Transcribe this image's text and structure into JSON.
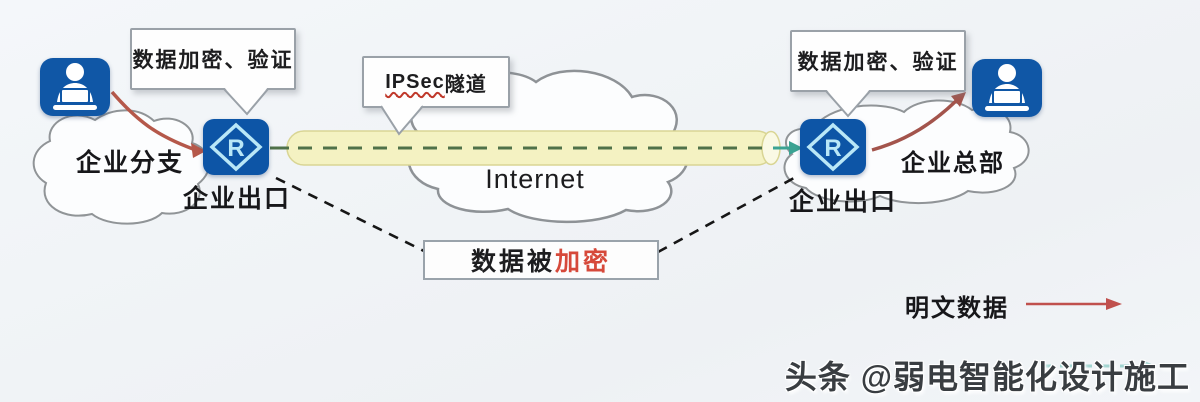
{
  "diagram": {
    "left": {
      "callout": "数据加密、验证",
      "cloud_label": "企业分支",
      "router_label": "企业出口"
    },
    "center": {
      "tunnel_label_en": "IPSec",
      "tunnel_label_cn": "隧道",
      "internet_label": "Internet",
      "encrypted_prefix": "数据被",
      "encrypted_highlight": "加密"
    },
    "right": {
      "callout": "数据加密、验证",
      "cloud_label": "企业总部",
      "router_label": "企业出口"
    },
    "router_letter": "R",
    "legend": {
      "plaintext_label": "明文数据"
    },
    "watermark": "头条 @弱电智能化设计施工"
  },
  "icons": {
    "left_user": "user-laptop-icon",
    "right_user": "user-laptop-icon",
    "left_router": "router-icon",
    "right_router": "router-icon"
  },
  "colors": {
    "background": "#f0f3f6",
    "icon_blue": "#1057a6",
    "router_glyph_cyan": "#b9e7f7",
    "cloud_stroke": "#909497",
    "tunnel_fill": "#f4f2c2",
    "tunnel_border": "#d9d594",
    "tunnel_dash_green": "#4f7149",
    "tunnel_arrow_teal": "#3ba393",
    "plain_arrow_red": "#b5584a",
    "legend_arrow_red": "#c0504d",
    "encrypted_text_red": "#d6493a",
    "dashed_line_black": "#161616",
    "callout_border": "#9aa1a8",
    "text_dark": "#1d1d1f",
    "watermark_gray": "#393d41"
  }
}
